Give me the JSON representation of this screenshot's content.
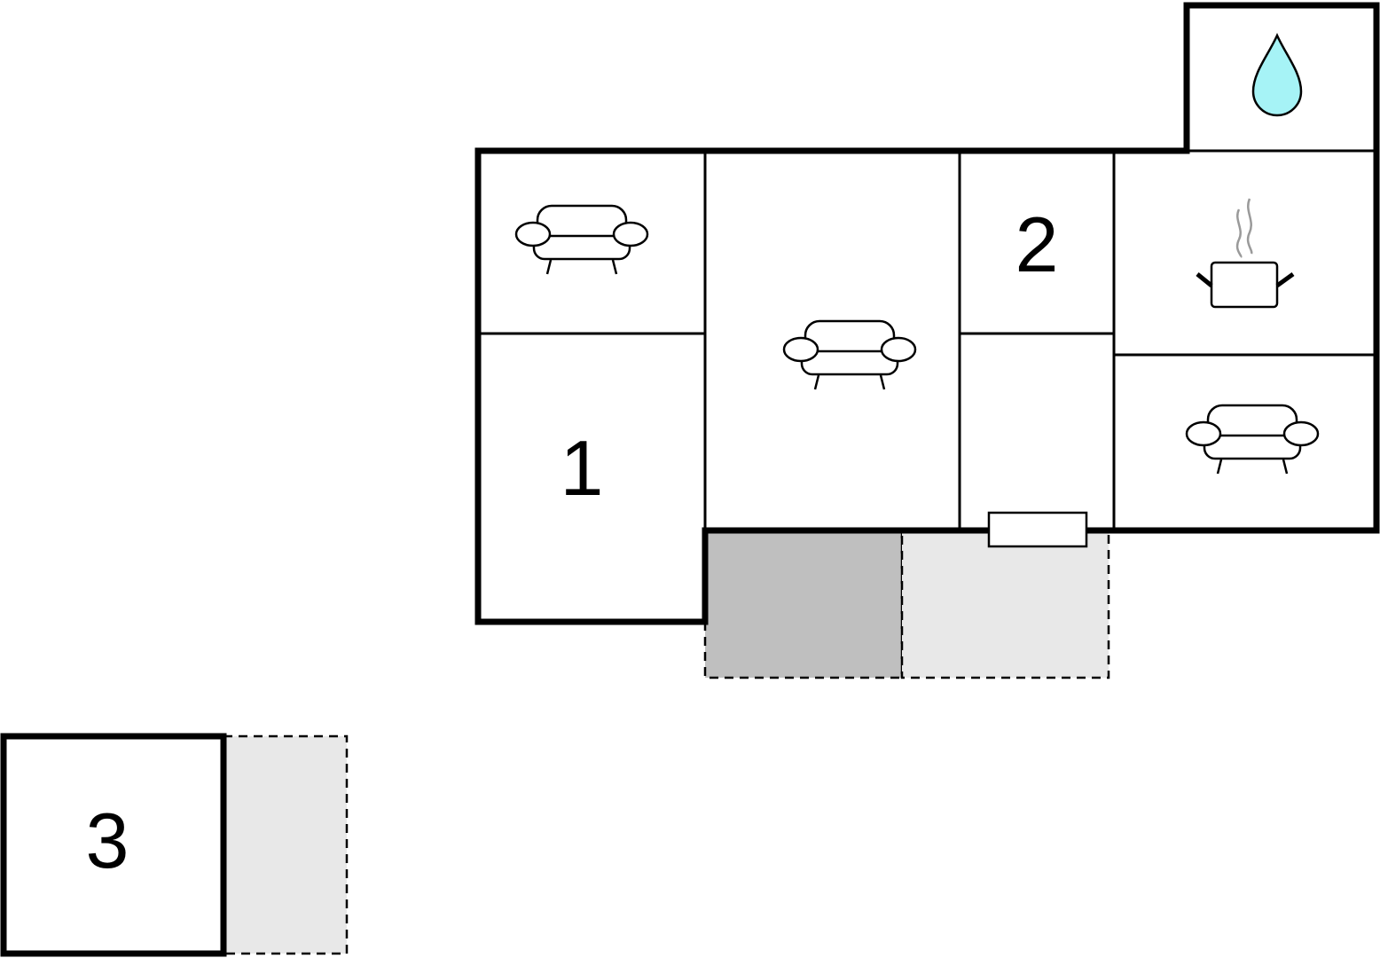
{
  "rooms": {
    "bedroom_1": {
      "label": "1"
    },
    "bedroom_2": {
      "label": "2"
    },
    "bedroom_3": {
      "label": "3"
    }
  },
  "icons": {
    "bathroom": "water-drop-icon",
    "kitchen": "cooking-pot-icon",
    "living": "sofa-icon"
  },
  "colors": {
    "wall": "#000000",
    "water": "#a6f3f6",
    "covered_terrace": "#bfbfbf",
    "open_terrace": "#e8e8e8",
    "steam": "#9a9a9a"
  }
}
